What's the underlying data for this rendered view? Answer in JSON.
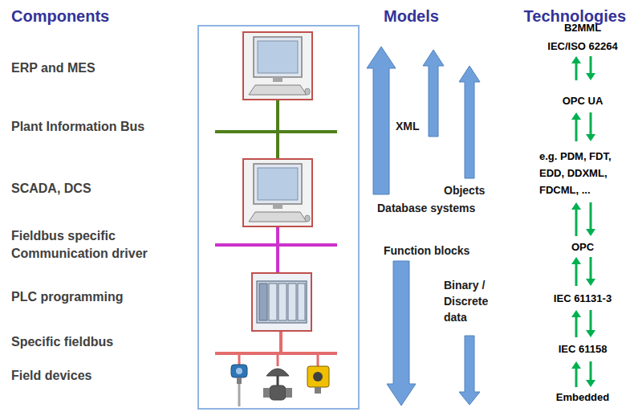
{
  "diagram": {
    "labels": [
      "Components",
      "Models",
      "Technologies",
      "ERP and MES",
      "Plant Information Bus",
      "SCADA, DCS",
      "Fieldbus specific Communication driver",
      "PLC programming",
      "Specific fieldbus",
      "Field devices",
      "XML",
      "Objects",
      "Database systems",
      "Function blocks",
      "Binary / Discrete data",
      "B2MML",
      "IEC/ISO 62264",
      "OPC UA",
      "e.g. PDM, FDT, EDD, DDXML, FDCML, ...",
      "OPC",
      "IEC 61131-3",
      "IEC 61158",
      "Embedded"
    ]
  }
}
